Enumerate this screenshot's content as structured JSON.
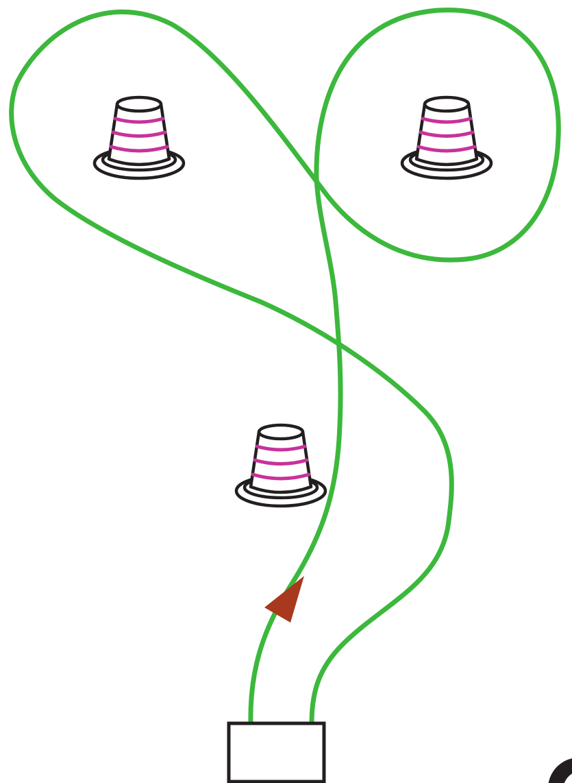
{
  "colors": {
    "path": "#3cb83c",
    "cone_outline": "#231f20",
    "cone_stripe": "#c8329a",
    "arrow": "#a8391f",
    "box_outline": "#231f20",
    "background": "#ffffff"
  },
  "elements": {
    "cones": [
      "cone",
      "cone",
      "cone"
    ],
    "start_box": "start-box",
    "direction_arrow": "direction-arrow",
    "route": "route-path"
  }
}
